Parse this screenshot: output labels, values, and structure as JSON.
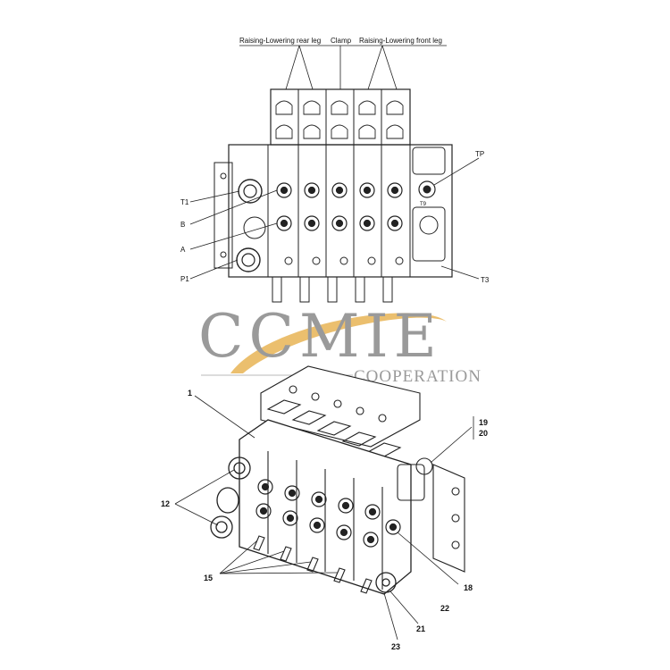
{
  "top_view": {
    "header_labels": {
      "rear_leg": "Raising-Lowering rear leg",
      "clamp": "Clamp",
      "front_leg": "Raising-Lowering front leg"
    },
    "port_labels": {
      "t1": "T1",
      "b": "B",
      "a": "A",
      "p1": "P1",
      "tp": "TP",
      "t3": "T3",
      "t9": "T9"
    }
  },
  "iso_view": {
    "callouts": {
      "c1": "1",
      "c12": "12",
      "c15": "15",
      "c18": "18",
      "c19": "19",
      "c20": "20",
      "c21": "21",
      "c22": "22",
      "c23": "23"
    }
  },
  "watermark": {
    "brand": "CCMIE",
    "sub": "COOPERATION",
    "swoosh_color": "#e8b455",
    "text_color": "#9a9a9a"
  }
}
